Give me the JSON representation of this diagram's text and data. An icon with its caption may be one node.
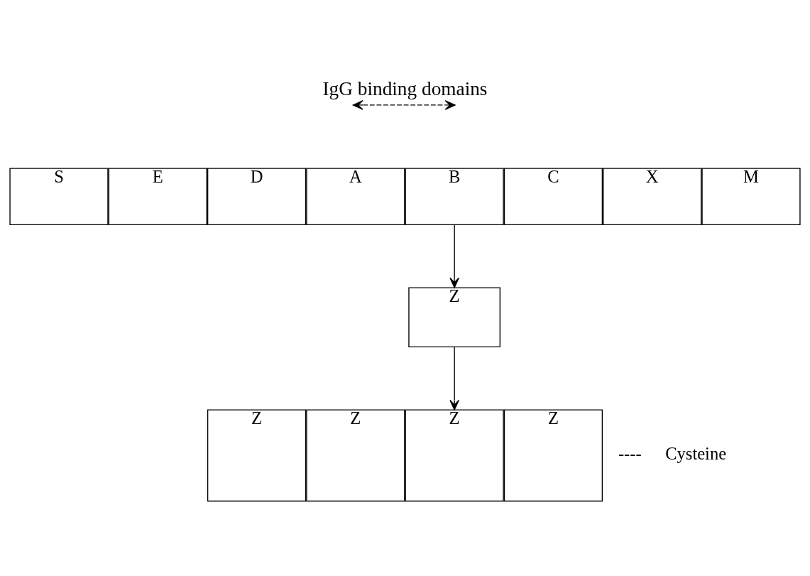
{
  "diagram": {
    "title": "IgG binding domains",
    "nodes": [
      {
        "text": [
          "S"
        ]
      },
      {
        "text": [
          "E"
        ]
      },
      {
        "text": [
          "D"
        ]
      },
      {
        "text": [
          "A"
        ]
      },
      {
        "text": [
          "B"
        ]
      },
      {
        "text": [
          "C"
        ]
      },
      {
        "text": [
          "X"
        ]
      },
      {
        "text": [
          "M"
        ]
      },
      {
        "text": [
          "Z"
        ]
      },
      {
        "text": [
          "Z"
        ]
      },
      {
        "text": [
          "Z"
        ]
      },
      {
        "text": [
          "Z"
        ]
      },
      {
        "text": [
          "Z"
        ]
      }
    ],
    "edges": [
      {
        "from": 4,
        "to": 8,
        "arrow": "to"
      },
      {
        "from": 8,
        "to": 11,
        "arrow": "to"
      }
    ],
    "labels": [
      "----",
      "Cysteine"
    ]
  }
}
